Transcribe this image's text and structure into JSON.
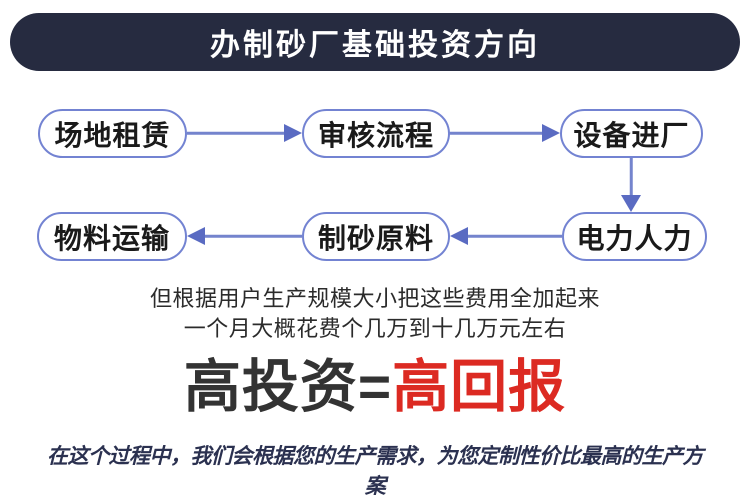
{
  "header": {
    "title": "办制砂厂基础投资方向",
    "bg_color": "#262b40",
    "text_color": "#ffffff"
  },
  "flow": {
    "box_border_color": "#7383d2",
    "arrow_color": "#5a6bc2",
    "nodes": [
      {
        "id": "site-rental",
        "label": "场地租赁"
      },
      {
        "id": "review-process",
        "label": "审核流程"
      },
      {
        "id": "equipment-entry",
        "label": "设备进厂"
      },
      {
        "id": "power-manpower",
        "label": "电力人力"
      },
      {
        "id": "sand-raw-material",
        "label": "制砂原料"
      },
      {
        "id": "material-transport",
        "label": "物料运输"
      }
    ],
    "edges": [
      {
        "from": "场地租赁",
        "to": "审核流程",
        "direction": "right"
      },
      {
        "from": "审核流程",
        "to": "设备进厂",
        "direction": "right"
      },
      {
        "from": "设备进厂",
        "to": "电力人力",
        "direction": "down"
      },
      {
        "from": "电力人力",
        "to": "制砂原料",
        "direction": "left"
      },
      {
        "from": "制砂原料",
        "to": "物料运输",
        "direction": "left"
      }
    ]
  },
  "description": {
    "line1": "但根据用户生产规模大小把这些费用全加起来",
    "line2": "一个月大概花费个几万到十几万元左右"
  },
  "headline": {
    "dark_part": "高投资=",
    "red_part": "高回报",
    "dark_color": "#333333",
    "red_color": "#dc2a22"
  },
  "footer": {
    "text": "在这个过程中，我们会根据您的生产需求，为您定制性价比最高的生产方案"
  }
}
